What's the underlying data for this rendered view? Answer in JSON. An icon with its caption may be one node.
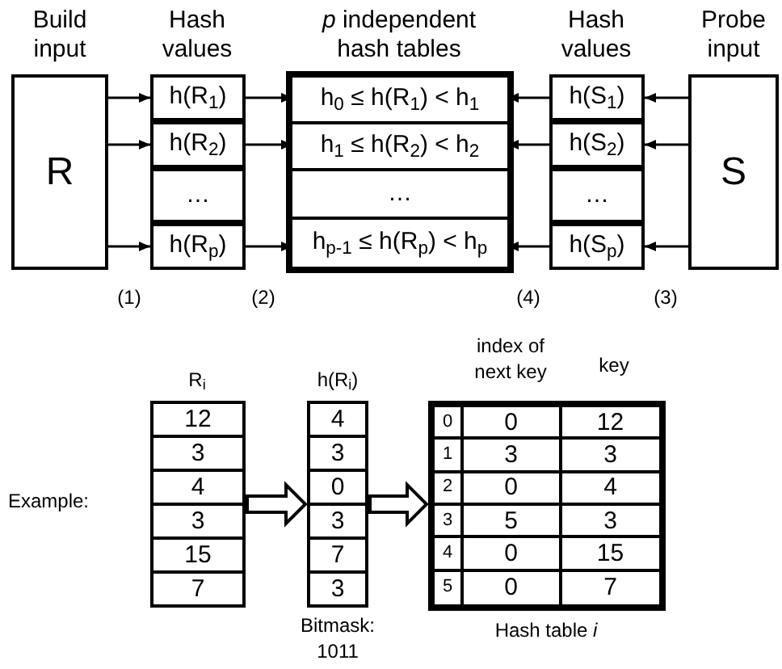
{
  "diagram": {
    "nodes": [
      {
        "text": [
          "R"
        ]
      },
      {
        "text": [
          "h(R$_{1}$)"
        ]
      },
      {
        "text": [
          "h(R$_{2}$)"
        ]
      },
      {
        "text": [
          "…"
        ]
      },
      {
        "text": [
          "h(R$_{p}$)"
        ]
      },
      {
        "text": [],
        "shape": "box"
      },
      {
        "text": [
          "h$_{0}$ ≤ h(R$_{1}$) < h$_{1}$"
        ],
        "in": 5
      },
      {
        "text": [
          "h$_{1}$ ≤ h(R$_{2}$) < h$_{2}$"
        ],
        "in": 5
      },
      {
        "text": [
          "…"
        ],
        "in": 5
      },
      {
        "text": [
          "h$_{p-1}$ ≤ h(R$_{p}$) < h$_{p}$"
        ],
        "in": 5
      },
      {
        "text": [
          "h(S$_{1}$)"
        ]
      },
      {
        "text": [
          "h(S$_{2}$)"
        ]
      },
      {
        "text": [
          "…"
        ]
      },
      {
        "text": [
          "h(S$_{p}$)"
        ]
      },
      {
        "text": [
          "S"
        ]
      },
      {
        "text": [
          "12",
          "3",
          "4",
          "3",
          "15",
          "7"
        ],
        "beside": [
          "R$_{i}$"
        ]
      },
      {
        "text": [
          "4",
          "3",
          "0",
          "3",
          "7",
          "3"
        ],
        "beside": [
          "h(R$_{i}$)",
          "Bitmask: 1011"
        ]
      },
      {
        "text": [
          "0",
          "0",
          "12",
          "1",
          "3",
          "3",
          "2",
          "0",
          "4",
          "3",
          "5",
          "3",
          "4",
          "0",
          "15",
          "5",
          "0",
          "7"
        ],
        "beside": [
          "index of next key",
          "key",
          "Hash table *i*"
        ]
      }
    ],
    "edges": [
      {
        "from": 0,
        "to": 1,
        "arrow": "to"
      },
      {
        "from": 0,
        "to": 2,
        "arrow": "to"
      },
      {
        "from": 0,
        "to": 4,
        "arrow": "to"
      },
      {
        "from": 1,
        "to": 6,
        "arrow": "to"
      },
      {
        "from": 2,
        "to": 7,
        "arrow": "to"
      },
      {
        "from": 4,
        "to": 9,
        "arrow": "to"
      },
      {
        "from": 10,
        "to": 6,
        "arrow": "to"
      },
      {
        "from": 11,
        "to": 7,
        "arrow": "to"
      },
      {
        "from": 13,
        "to": 9,
        "arrow": "to"
      },
      {
        "from": 14,
        "to": 10,
        "arrow": "to"
      },
      {
        "from": 14,
        "to": 11,
        "arrow": "to"
      },
      {
        "from": 14,
        "to": 13,
        "arrow": "to"
      },
      {
        "from": 15,
        "to": 16,
        "arrow": "to",
        "style": "thick"
      },
      {
        "from": 16,
        "to": 17,
        "arrow": "to",
        "style": "thick"
      }
    ],
    "labels": [
      "Build input",
      "Hash values",
      "*p* independent hash tables",
      "Hash values",
      "Probe input",
      "(1)",
      "(2)",
      "(4)",
      "(3)",
      "Example:"
    ]
  }
}
